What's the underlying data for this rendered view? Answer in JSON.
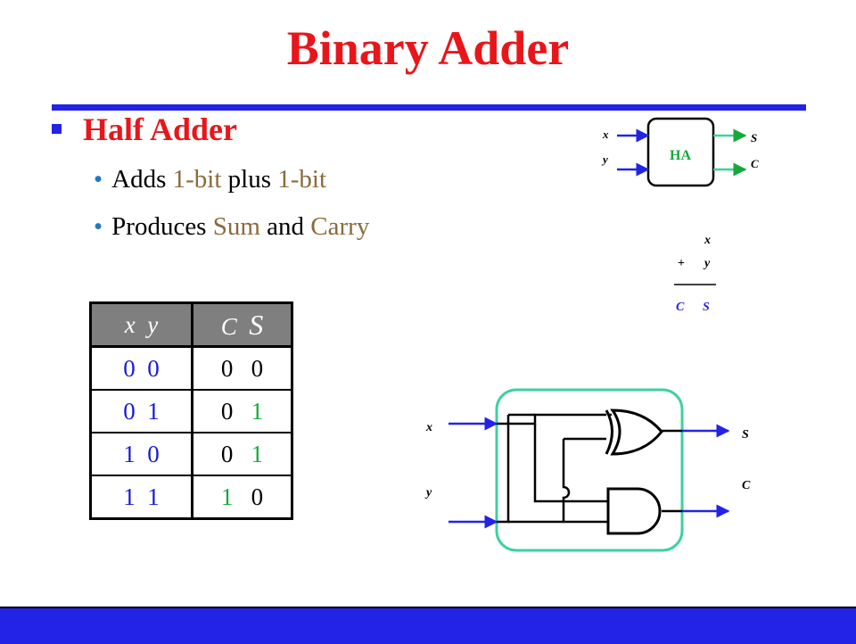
{
  "slide": {
    "title": "Binary Adder",
    "section_heading": "Half Adder",
    "bullets": [
      {
        "before": "Adds ",
        "hl1": "1-bit",
        "middle": " plus ",
        "hl2": "1-bit",
        "after": ""
      },
      {
        "before": "Produces ",
        "hl1": "Sum",
        "middle": " and ",
        "hl2": "Carry",
        "after": ""
      }
    ],
    "bullet_glyph": "•"
  },
  "truth_table": {
    "headers": {
      "xy": "x  y",
      "c": "C",
      "s": "S"
    },
    "rows": [
      {
        "x": "0",
        "y": "0",
        "c": "0",
        "s": "0"
      },
      {
        "x": "0",
        "y": "1",
        "c": "0",
        "s": "1"
      },
      {
        "x": "1",
        "y": "0",
        "c": "0",
        "s": "1"
      },
      {
        "x": "1",
        "y": "1",
        "c": "1",
        "s": "0"
      }
    ]
  },
  "block_diagram": {
    "block_label": "HA",
    "inputs": [
      "x",
      "y"
    ],
    "outputs": [
      "S",
      "C"
    ]
  },
  "addition": {
    "top": "x",
    "plus": "+",
    "bottom": "y",
    "result_c": "C",
    "result_s": "S"
  },
  "circuit": {
    "inputs": [
      "x",
      "y"
    ],
    "outputs": [
      "S",
      "C"
    ]
  },
  "colors": {
    "title_red": "#e8161b",
    "accent_blue": "#2323e6",
    "wire_green": "#16a93a",
    "frame_teal": "#3cd1a0",
    "table_header_gray": "#7f7f7f",
    "value_blue": "#1a1ad6"
  }
}
